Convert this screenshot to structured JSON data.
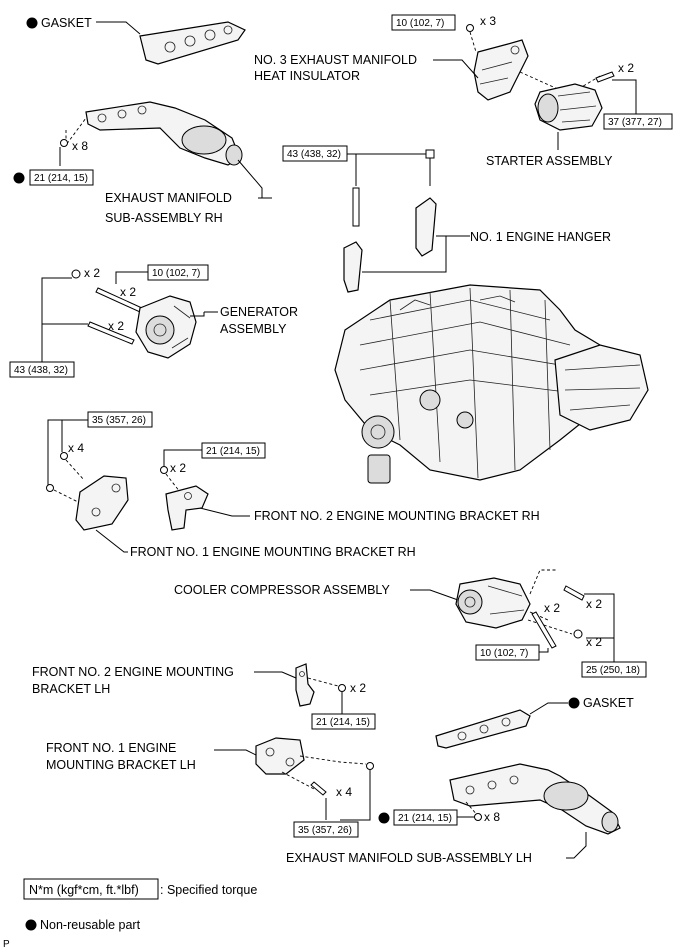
{
  "labels": {
    "gasket_rh": "GASKET",
    "heat_insulator_1": "NO. 3 EXHAUST MANIFOLD",
    "heat_insulator_2": "HEAT INSULATOR",
    "starter": "STARTER ASSEMBLY",
    "exh_rh_1": "EXHAUST MANIFOLD",
    "exh_rh_2": "SUB-ASSEMBLY RH",
    "engine_hanger": "NO. 1 ENGINE HANGER",
    "generator_1": "GENERATOR",
    "generator_2": "ASSEMBLY",
    "f2_mount_rh": "FRONT NO. 2 ENGINE MOUNTING BRACKET RH",
    "f1_mount_rh": "FRONT NO. 1 ENGINE MOUNTING BRACKET RH",
    "compressor": "COOLER COMPRESSOR ASSEMBLY",
    "f2_mount_lh_1": "FRONT NO. 2 ENGINE MOUNTING",
    "f2_mount_lh_2": "BRACKET LH",
    "gasket_lh": "GASKET",
    "f1_mount_lh_1": "FRONT NO. 1 ENGINE",
    "f1_mount_lh_2": "MOUNTING BRACKET LH",
    "exh_lh": "EXHAUST MANIFOLD SUB-ASSEMBLY LH"
  },
  "torques": {
    "t_10_ins": "10 (102, 7)",
    "t_37": "37 (377, 27)",
    "t_21_exh_rh": "21 (214, 15)",
    "t_43_hanger": "43 (438, 32)",
    "t_10_gen": "10 (102, 7)",
    "t_43_gen": "43 (438, 32)",
    "t_35_rh": "35 (357, 26)",
    "t_21_rh2": "21 (214, 15)",
    "t_10_comp": "10 (102, 7)",
    "t_25": "25 (250, 18)",
    "t_21_lh2": "21 (214, 15)",
    "t_35_lh": "35 (357, 26)",
    "t_21_exh_lh": "21 (214, 15)"
  },
  "quantities": {
    "q_ins": "x 3",
    "q_starter": "x 2",
    "q_exh_rh": "x 8",
    "q_gen_nut": "x 2",
    "q_gen_stud": "x 2",
    "q_gen_bolt": "x 2",
    "q_rh1": "x 4",
    "q_rh2": "x 2",
    "q_comp_bolt": "x 2",
    "q_comp_stud": "x 2",
    "q_comp_nut": "x 2",
    "q_lh2": "x 2",
    "q_lh1": "x 4",
    "q_exh_lh": "x 8"
  },
  "legend": {
    "torque_unit": "N*m (kgf*cm, ft.*lbf)",
    "torque_desc": ": Specified torque",
    "nonreusable": "Non-reusable part"
  },
  "footer": {
    "code": "P"
  }
}
